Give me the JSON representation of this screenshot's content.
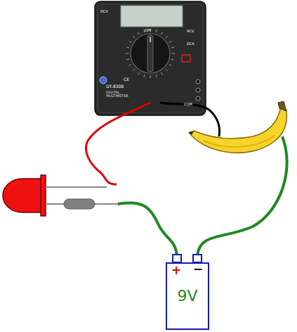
{
  "diagram": {
    "nodes": [
      {
        "text": [
          "DT-830B",
          "DIGITAL MULTIMETER"
        ]
      },
      {
        "text": [
          "9V"
        ]
      }
    ],
    "labels": [
      "DCV",
      "OFF",
      "ACV",
      "DCA",
      "COM",
      "CE",
      "+",
      "−"
    ]
  }
}
